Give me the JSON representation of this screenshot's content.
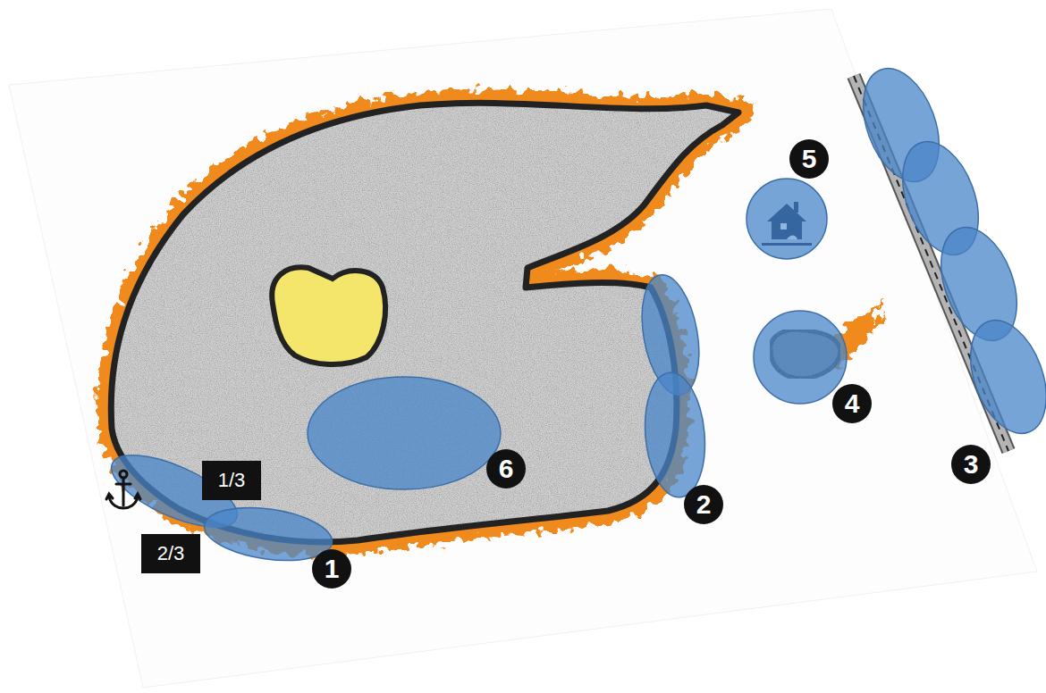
{
  "diagram": {
    "nodes": [
      {
        "text": [
          "1/3"
        ]
      },
      {
        "text": [
          "2/3"
        ]
      }
    ],
    "labels": [
      "1",
      "2",
      "3",
      "4",
      "5",
      "6"
    ]
  }
}
